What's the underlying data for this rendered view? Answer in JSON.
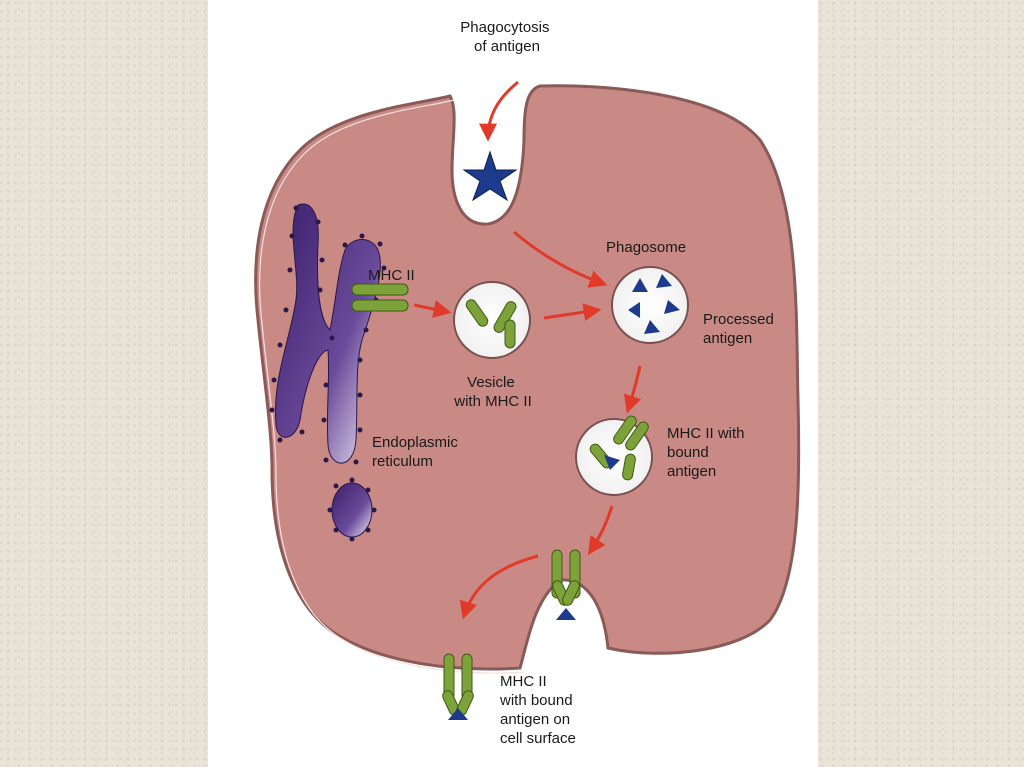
{
  "labels": {
    "phagocytosis": [
      "Phagocytosis",
      "of antigen"
    ],
    "phagosome": [
      "Phagosome"
    ],
    "mhc_ii": [
      "MHC II"
    ],
    "processed_antigen": [
      "Processed",
      "antigen"
    ],
    "vesicle": [
      "Vesicle",
      "with MHC II"
    ],
    "er": [
      "Endoplasmic",
      "reticulum"
    ],
    "mhc_bound": [
      "MHC II with",
      "bound",
      "antigen"
    ],
    "mhc_surface": [
      "MHC II",
      "with bound",
      "antigen on",
      "cell surface"
    ]
  },
  "colors": {
    "cytoplasm": "#c98a85",
    "membrane": "#8a5a58",
    "arrow": "#e23a2a",
    "receptor": "#7ea23a",
    "antigen": "#1d3a8c",
    "er": "#4a2c7a"
  }
}
